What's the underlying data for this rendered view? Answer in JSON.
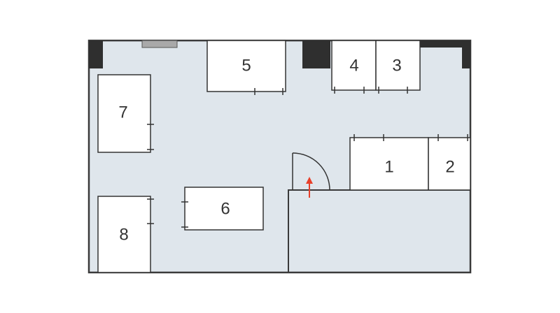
{
  "colors": {
    "floor": "#dfe6ec",
    "wall": "#3a3a3a",
    "column": "#2f2f2f",
    "unit_fill": "#ffffff",
    "unit_stroke": "#333333",
    "window": "#a9a9a9",
    "entry_arrow": "#e8402a"
  },
  "icons": {
    "entrance": "arrow-up-icon",
    "door": "door-swing-icon"
  },
  "units": {
    "u1": "1",
    "u2": "2",
    "u3": "3",
    "u4": "4",
    "u5": "5",
    "u6": "6",
    "u7": "7",
    "u8": "8"
  }
}
